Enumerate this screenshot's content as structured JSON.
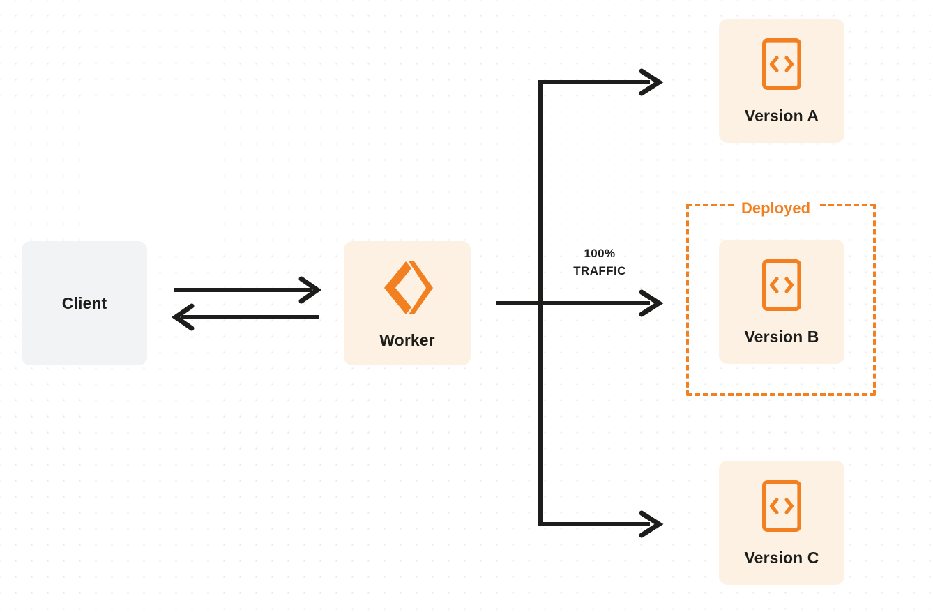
{
  "diagram": {
    "title": "Worker version traffic routing",
    "colors": {
      "accent_orange": "#f28021",
      "node_fill_orange": "#fdf1e3",
      "node_fill_gray": "#f2f3f4",
      "line_dark": "#1d1d1b",
      "background": "#ffffff",
      "dot_grid": "#e9e9ea"
    },
    "nodes": {
      "client": {
        "label": "Client",
        "icon": "none"
      },
      "worker": {
        "label": "Worker",
        "icon": "cloudflare-workers-logo"
      },
      "version_a": {
        "label": "Version A",
        "icon": "code-file-icon"
      },
      "version_b": {
        "label": "Version B",
        "icon": "code-file-icon"
      },
      "version_c": {
        "label": "Version C",
        "icon": "code-file-icon"
      }
    },
    "group": {
      "deployed_label": "Deployed"
    },
    "edges": {
      "traffic_percent": "100%",
      "traffic_word": "TRAFFIC"
    }
  }
}
